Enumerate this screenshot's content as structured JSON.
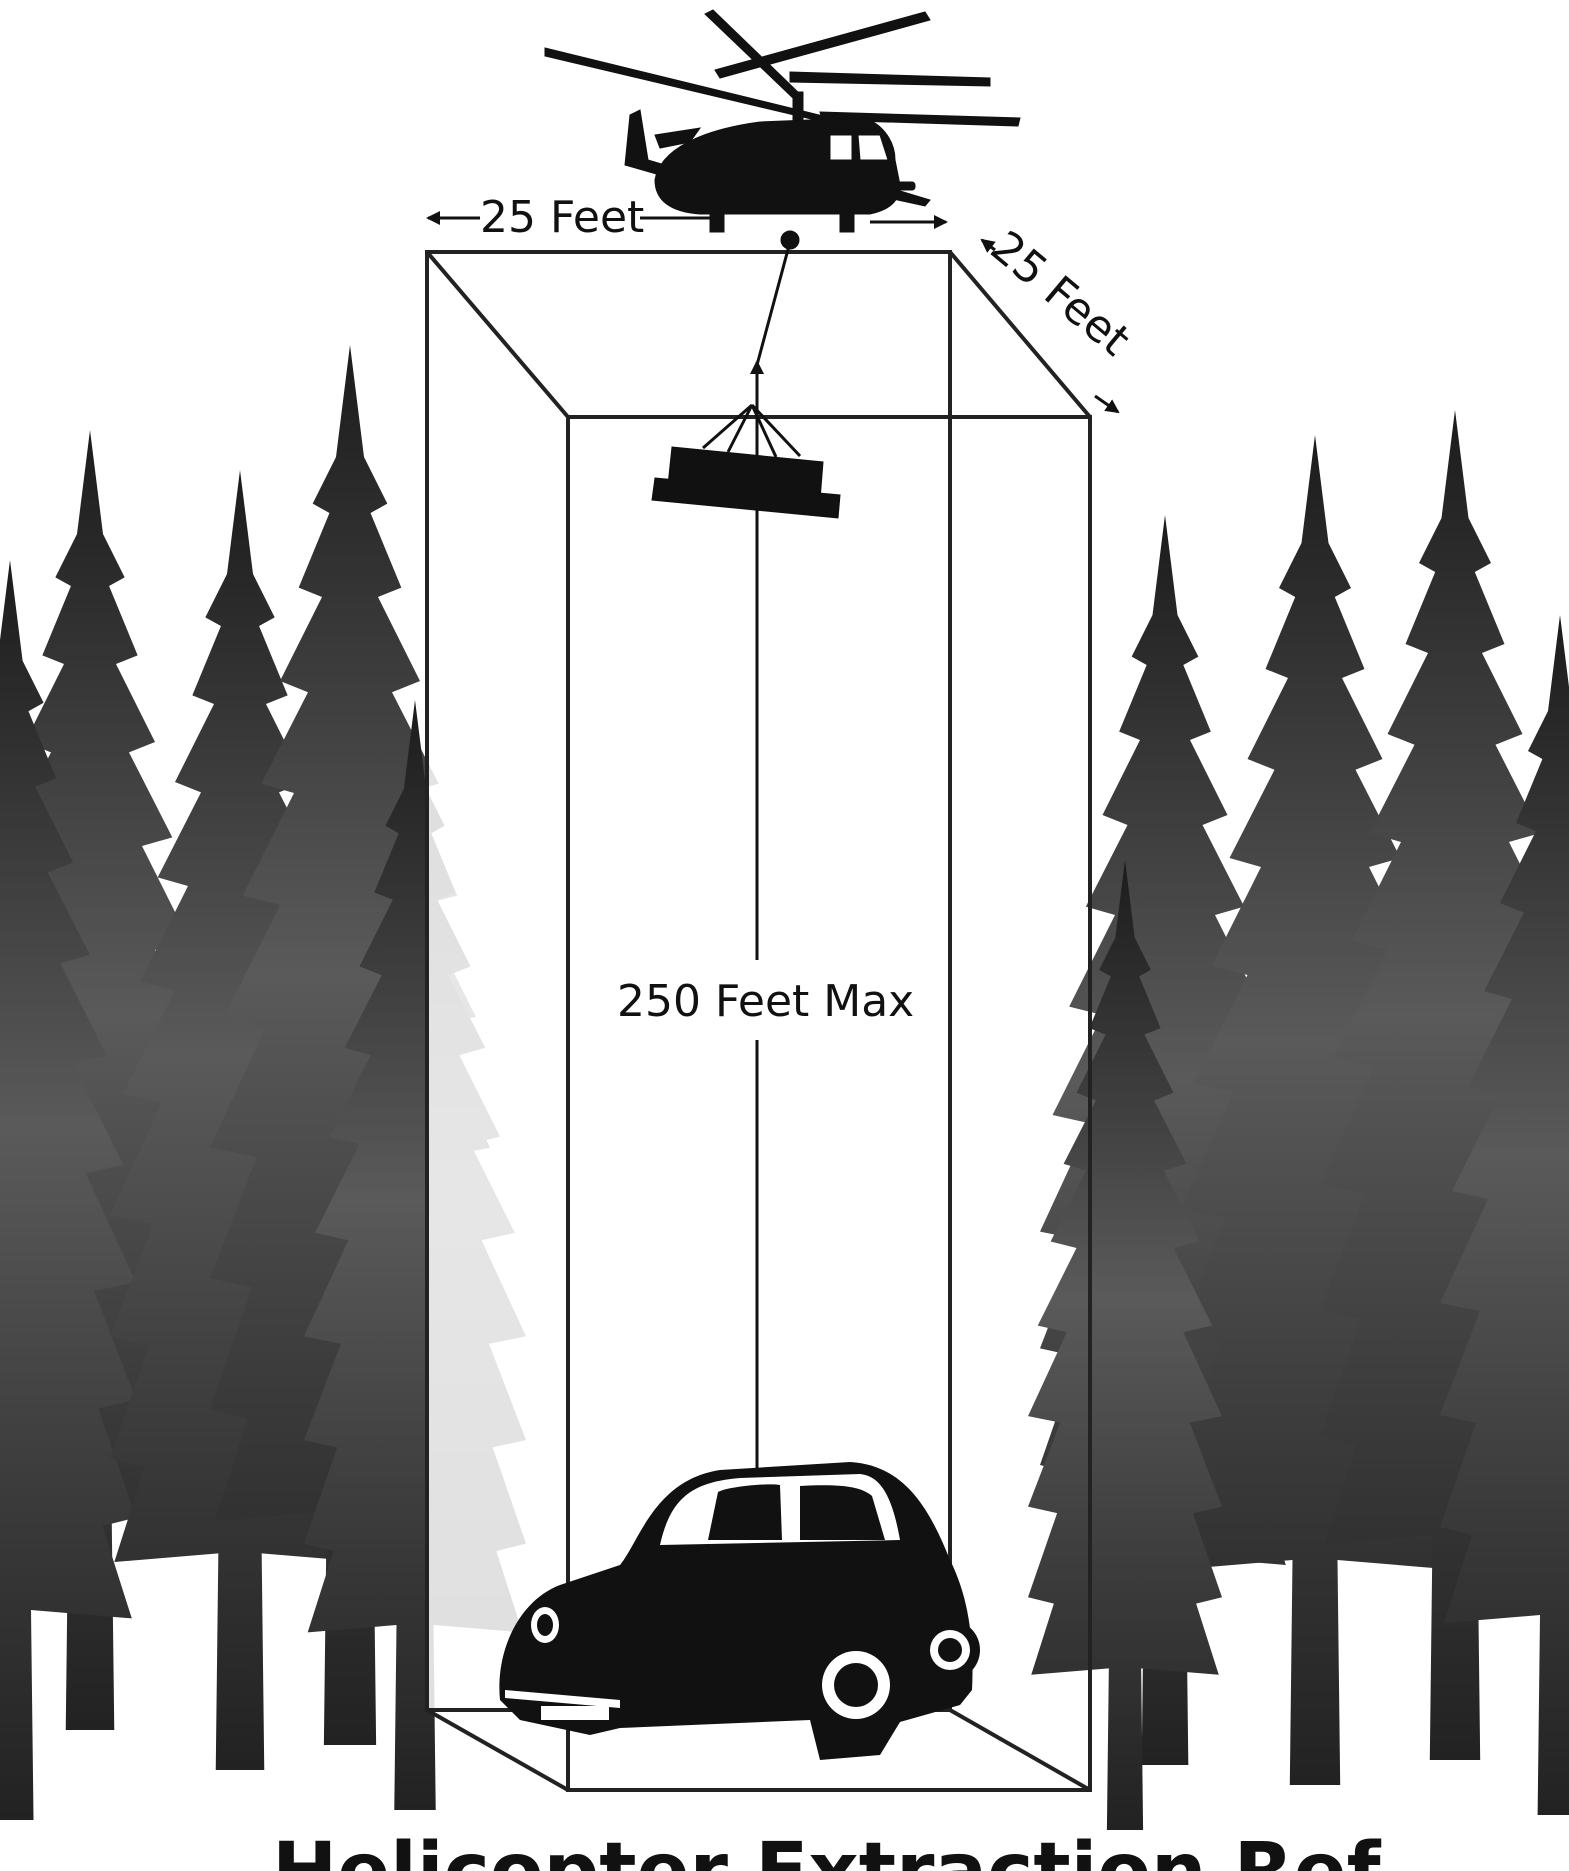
{
  "labels": {
    "width": "25 Feet",
    "depth": "25 Feet",
    "height": "250 Feet Max",
    "title": "Helicopter Extraction Ref"
  },
  "icons": [
    "helicopter-icon",
    "cargo-load-icon",
    "car-icon",
    "pine-tree-icon"
  ],
  "colors": {
    "ink": "#111111",
    "tree_dark": "#1c1c1c",
    "tree_mid": "#6e6e6e",
    "frame": "#222222"
  }
}
